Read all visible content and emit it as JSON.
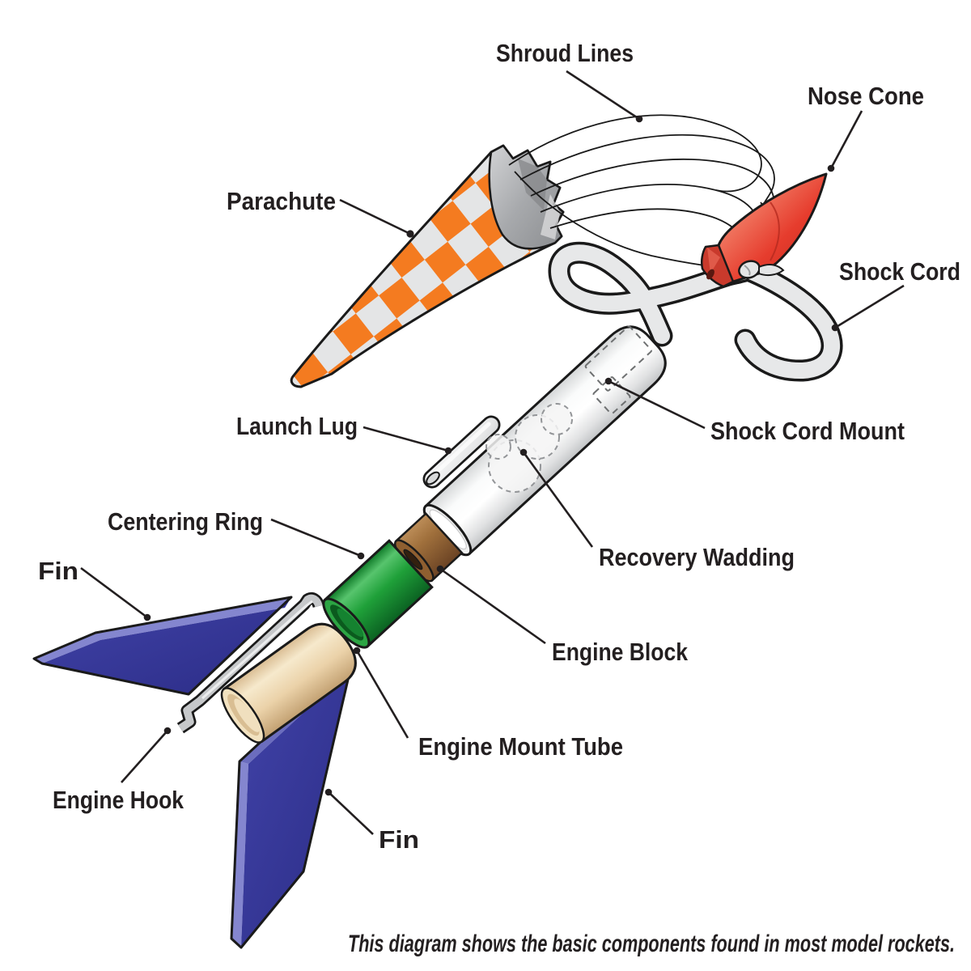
{
  "diagram": {
    "caption": "This diagram shows the basic components found in most model rockets.",
    "labels": {
      "shroud_lines": "Shroud Lines",
      "nose_cone": "Nose Cone",
      "parachute": "Parachute",
      "shock_cord": "Shock Cord",
      "launch_lug": "Launch Lug",
      "shock_cord_mount": "Shock Cord Mount",
      "centering_ring": "Centering Ring",
      "recovery_wadding": "Recovery Wadding",
      "fin_upper": "Fin",
      "engine_block": "Engine Block",
      "engine_mount_tube": "Engine Mount Tube",
      "engine_hook": "Engine Hook",
      "fin_lower": "Fin"
    },
    "colors": {
      "parachute_orange": "#F47B20",
      "parachute_gray": "#E4E5E6",
      "crumple_gray": "#A7A9AC",
      "nose_cone_red": "#E8392E",
      "shock_cord_gray": "#E7E8E9",
      "tube_white": "#FFFFFF",
      "centering_ring_green": "#1E9A35",
      "engine_block_brown": "#9A6736",
      "engine_mount_tan": "#EBD2A9",
      "fin_blue": "#34359B",
      "fin_bevel": "#8486CF",
      "hook_gray": "#C6C8CA",
      "text": "#231F20"
    }
  }
}
